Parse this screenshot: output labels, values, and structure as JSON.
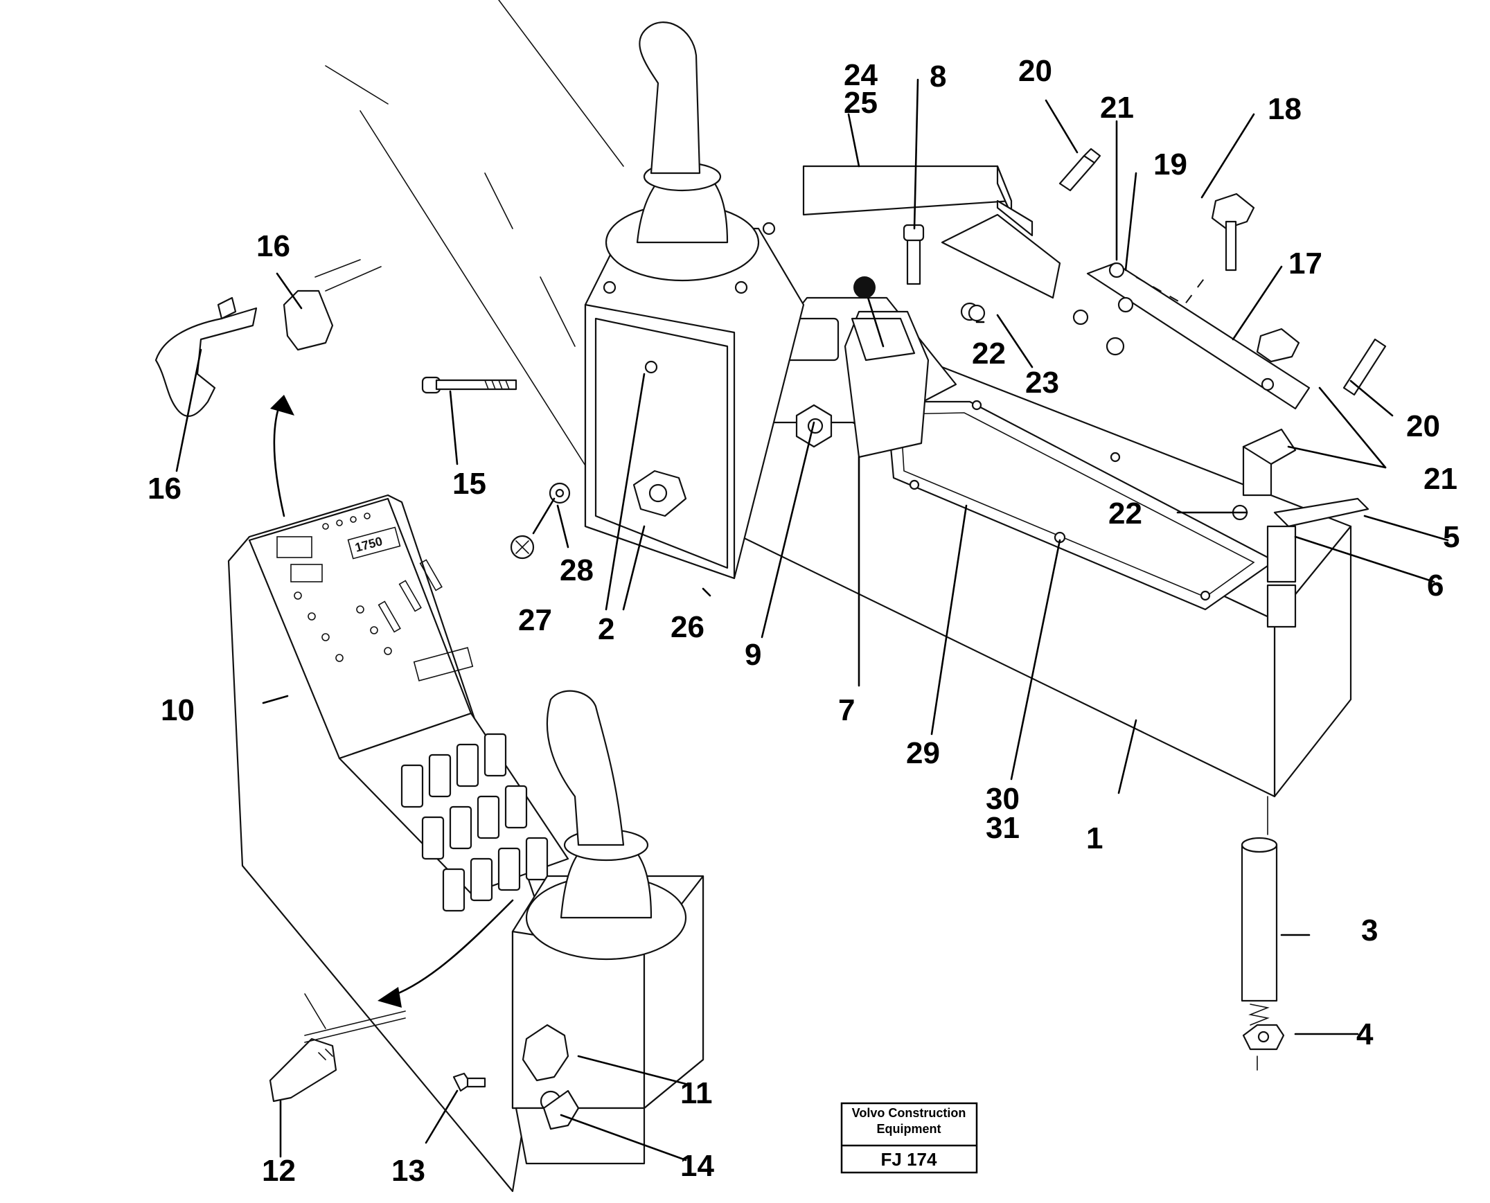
{
  "title_block": {
    "company_line1": "Volvo Construction",
    "company_line2": "Equipment",
    "drawing_code": "FJ 174"
  },
  "callouts": {
    "c1": "1",
    "c2": "2",
    "c3": "3",
    "c4": "4",
    "c5": "5",
    "c6": "6",
    "c7": "7",
    "c8": "8",
    "c9": "9",
    "c10": "10",
    "c11": "11",
    "c12": "12",
    "c13": "13",
    "c14": "14",
    "c15": "15",
    "c16a": "16",
    "c16b": "16",
    "c17": "17",
    "c18": "18",
    "c19": "19",
    "c20a": "20",
    "c20b": "20",
    "c21a": "21",
    "c21b": "21",
    "c22a": "22",
    "c22b": "22",
    "c23": "23",
    "c24": "24",
    "c25": "25",
    "c26": "26",
    "c27": "27",
    "c28": "28",
    "c29": "29",
    "c30": "30",
    "c31": "31"
  },
  "panel_display": "1750"
}
